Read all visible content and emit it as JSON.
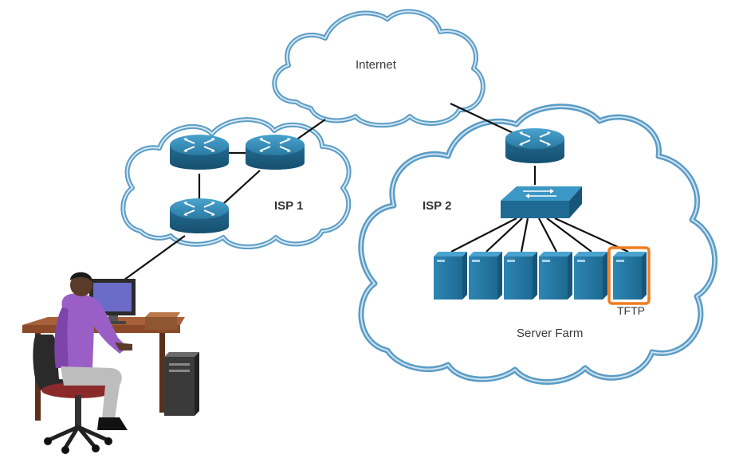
{
  "diagram": {
    "clouds": {
      "internet": {
        "label": "Internet"
      },
      "isp1": {
        "label": "ISP 1"
      },
      "isp2": {
        "label": "ISP 2"
      }
    },
    "server_farm": {
      "label": "Server Farm",
      "tftp_label": "TFTP",
      "server_count": 6,
      "highlight_color": "#f07d1e"
    },
    "colors": {
      "cloud_outline": "#5a9cc6",
      "device_blue": "#2f7ea6",
      "device_dark": "#1d5d80",
      "link": "#111111"
    },
    "icons": [
      "router-icon",
      "switch-icon",
      "server-icon",
      "user-at-workstation-icon"
    ]
  }
}
